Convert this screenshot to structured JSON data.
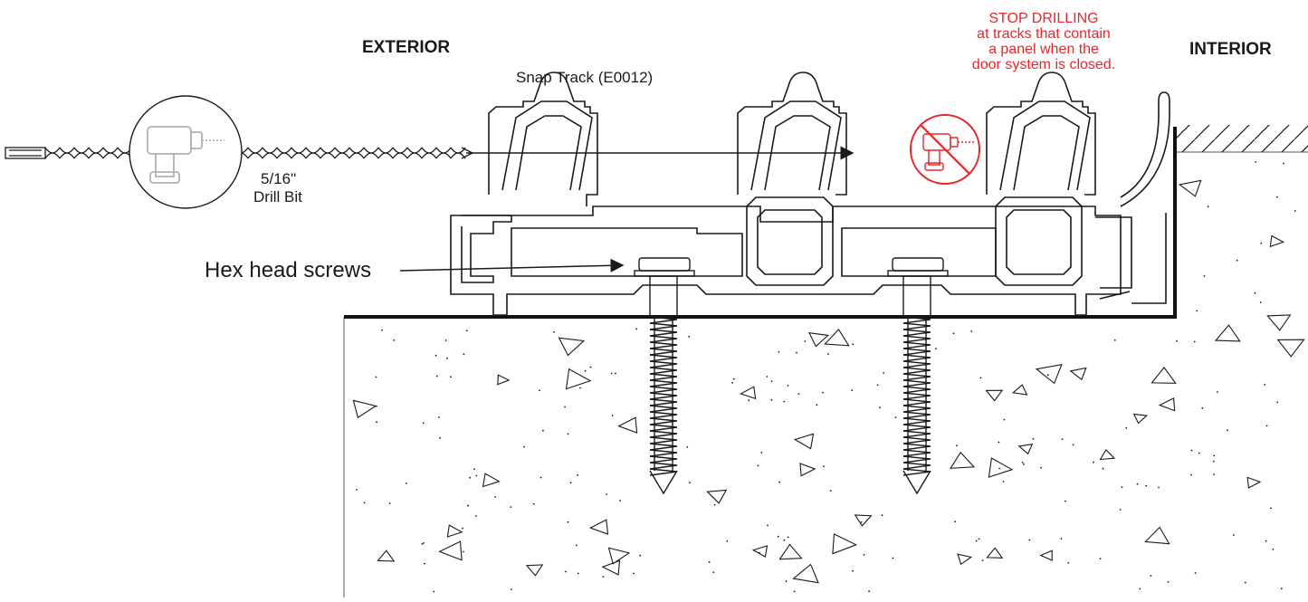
{
  "labels": {
    "exterior": "EXTERIOR",
    "interior": "INTERIOR",
    "snap_track": "Snap Track (E0012)",
    "drill_size": "5/16\"",
    "drill_bit": "Drill Bit",
    "hex_screws": "Hex head screws"
  },
  "warning": {
    "line1": "STOP DRILLING",
    "line2": "at tracks that contain",
    "line3": "a panel when the",
    "line4": "door system is closed."
  },
  "colors": {
    "line": "#1a1a1a",
    "warning": "#e8262b",
    "drill_icon": "#b0b0b0"
  },
  "icons": [
    "drill-icon",
    "no-drill-icon",
    "arrow-right-icon"
  ]
}
